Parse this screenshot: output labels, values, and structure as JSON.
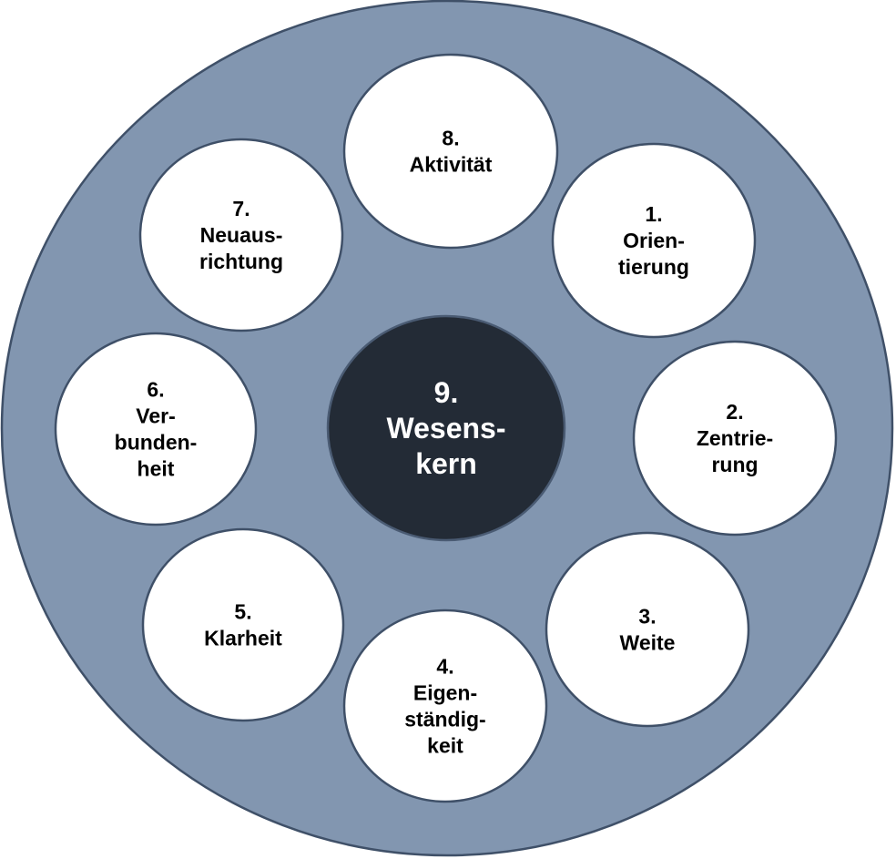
{
  "diagram": {
    "colors": {
      "outer_fill": "#8296B0",
      "outer_stroke": "#3F5068",
      "node_fill": "#FFFFFF",
      "node_stroke": "#3F5068",
      "center_fill": "#232B36",
      "center_text": "#FFFFFF",
      "node_text": "#000000"
    },
    "center": {
      "lines": [
        "9.",
        "Wesens-",
        "kern"
      ]
    },
    "nodes": [
      {
        "id": 1,
        "lines": [
          "1.",
          "Orien-",
          "tierung"
        ]
      },
      {
        "id": 2,
        "lines": [
          "2.",
          "Zentrie-",
          "rung"
        ]
      },
      {
        "id": 3,
        "lines": [
          "3.",
          "Weite"
        ]
      },
      {
        "id": 4,
        "lines": [
          "4.",
          "Eigen-",
          "ständig-",
          "keit"
        ]
      },
      {
        "id": 5,
        "lines": [
          "5.",
          "Klarheit"
        ]
      },
      {
        "id": 6,
        "lines": [
          "6.",
          "Ver-",
          "bunden-",
          "heit"
        ]
      },
      {
        "id": 7,
        "lines": [
          "7.",
          "Neuaus-",
          "richtung"
        ]
      },
      {
        "id": 8,
        "lines": [
          "8.",
          "Aktivität"
        ]
      }
    ]
  }
}
